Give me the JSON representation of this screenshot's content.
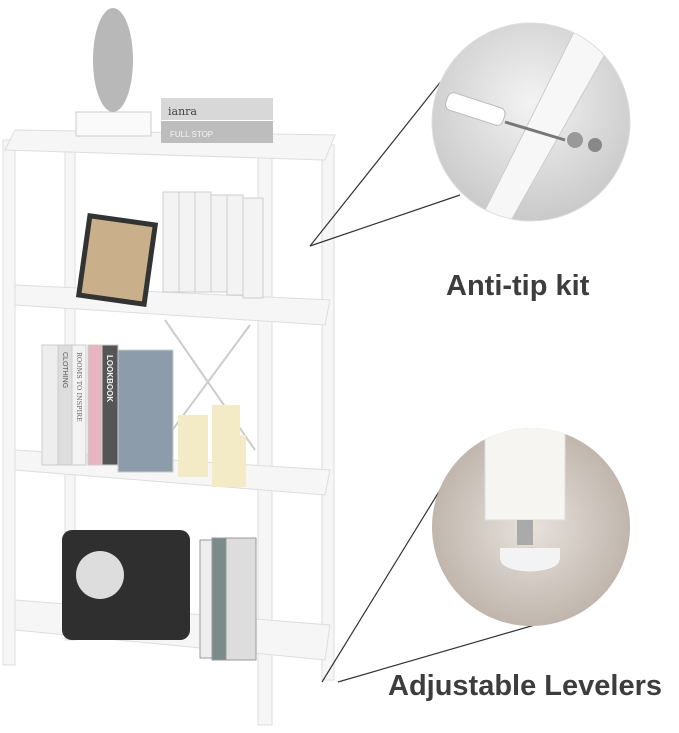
{
  "callouts": {
    "anti_tip": "Anti-tip kit",
    "levelers": "Adjustable Levelers"
  },
  "book_text": [
    "ianra",
    "FULL STOP",
    "LOOKBOOK",
    "CLOTHING",
    "ROOMS TO INSPIRE"
  ],
  "colors": {
    "frame": "#f4f4f4",
    "label": "#3d3d3d",
    "line": "#333333"
  }
}
